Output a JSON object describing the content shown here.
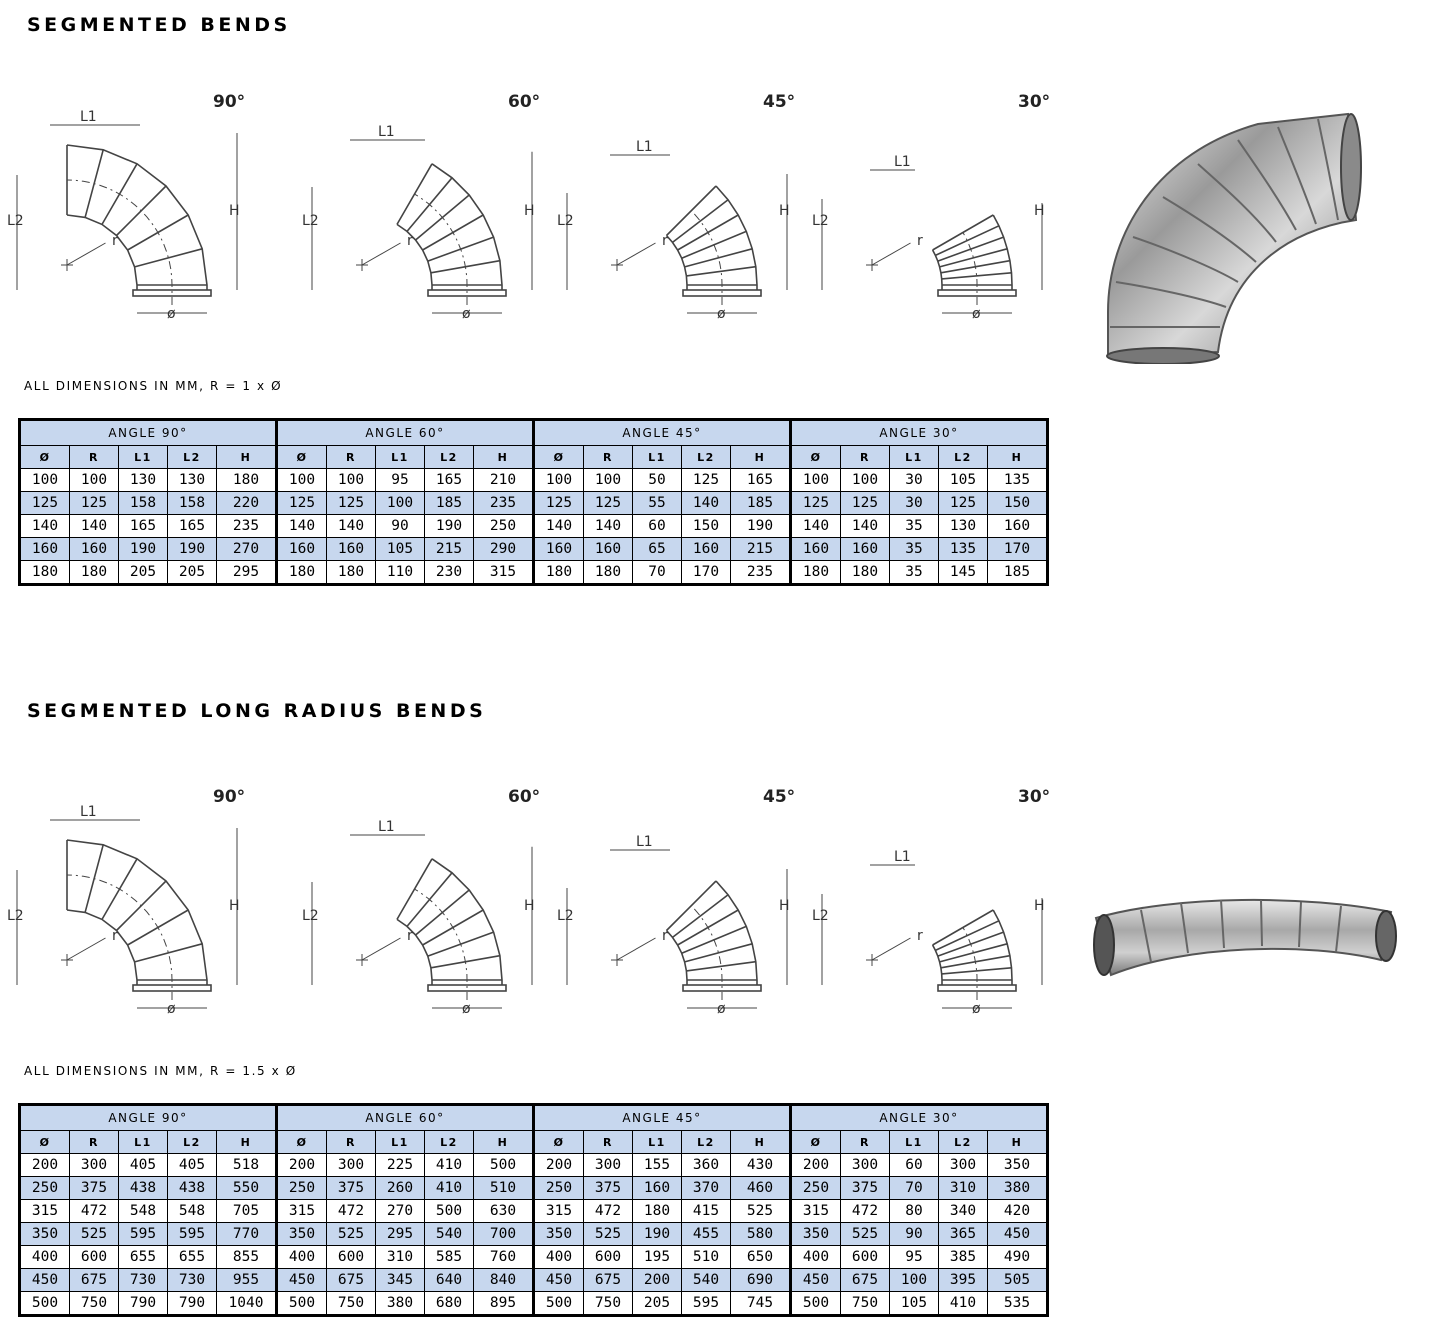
{
  "section1": {
    "title": "SEGMENTED BENDS",
    "note": "ALL DIMENSIONS IN MM, R = 1 x Ø"
  },
  "section2": {
    "title": "SEGMENTED LONG RADIUS BENDS",
    "note": "ALL DIMENSIONS IN MM, R = 1.5 x Ø"
  },
  "diagram_labels": {
    "angles": [
      "90°",
      "60°",
      "45°",
      "30°"
    ],
    "l1": "L1",
    "l2": "L2",
    "h": "H",
    "r": "r",
    "dia": "ø"
  },
  "table": {
    "groups": [
      "ANGLE 90°",
      "ANGLE 60°",
      "ANGLE 45°",
      "ANGLE 30°"
    ],
    "columns": [
      "Ø",
      "R",
      "L1",
      "L2",
      "H"
    ]
  },
  "table1_rows": [
    [
      "100",
      "100",
      "130",
      "130",
      "180",
      "100",
      "100",
      "95",
      "165",
      "210",
      "100",
      "100",
      "50",
      "125",
      "165",
      "100",
      "100",
      "30",
      "105",
      "135"
    ],
    [
      "125",
      "125",
      "158",
      "158",
      "220",
      "125",
      "125",
      "100",
      "185",
      "235",
      "125",
      "125",
      "55",
      "140",
      "185",
      "125",
      "125",
      "30",
      "125",
      "150"
    ],
    [
      "140",
      "140",
      "165",
      "165",
      "235",
      "140",
      "140",
      "90",
      "190",
      "250",
      "140",
      "140",
      "60",
      "150",
      "190",
      "140",
      "140",
      "35",
      "130",
      "160"
    ],
    [
      "160",
      "160",
      "190",
      "190",
      "270",
      "160",
      "160",
      "105",
      "215",
      "290",
      "160",
      "160",
      "65",
      "160",
      "215",
      "160",
      "160",
      "35",
      "135",
      "170"
    ],
    [
      "180",
      "180",
      "205",
      "205",
      "295",
      "180",
      "180",
      "110",
      "230",
      "315",
      "180",
      "180",
      "70",
      "170",
      "235",
      "180",
      "180",
      "35",
      "145",
      "185"
    ]
  ],
  "table2_rows": [
    [
      "200",
      "300",
      "405",
      "405",
      "518",
      "200",
      "300",
      "225",
      "410",
      "500",
      "200",
      "300",
      "155",
      "360",
      "430",
      "200",
      "300",
      "60",
      "300",
      "350"
    ],
    [
      "250",
      "375",
      "438",
      "438",
      "550",
      "250",
      "375",
      "260",
      "410",
      "510",
      "250",
      "375",
      "160",
      "370",
      "460",
      "250",
      "375",
      "70",
      "310",
      "380"
    ],
    [
      "315",
      "472",
      "548",
      "548",
      "705",
      "315",
      "472",
      "270",
      "500",
      "630",
      "315",
      "472",
      "180",
      "415",
      "525",
      "315",
      "472",
      "80",
      "340",
      "420"
    ],
    [
      "350",
      "525",
      "595",
      "595",
      "770",
      "350",
      "525",
      "295",
      "540",
      "700",
      "350",
      "525",
      "190",
      "455",
      "580",
      "350",
      "525",
      "90",
      "365",
      "450"
    ],
    [
      "400",
      "600",
      "655",
      "655",
      "855",
      "400",
      "600",
      "310",
      "585",
      "760",
      "400",
      "600",
      "195",
      "510",
      "650",
      "400",
      "600",
      "95",
      "385",
      "490"
    ],
    [
      "450",
      "675",
      "730",
      "730",
      "955",
      "450",
      "675",
      "345",
      "640",
      "840",
      "450",
      "675",
      "200",
      "540",
      "690",
      "450",
      "675",
      "100",
      "395",
      "505"
    ],
    [
      "500",
      "750",
      "790",
      "790",
      "1040",
      "500",
      "750",
      "380",
      "680",
      "895",
      "500",
      "750",
      "205",
      "595",
      "745",
      "500",
      "750",
      "105",
      "410",
      "535"
    ]
  ]
}
